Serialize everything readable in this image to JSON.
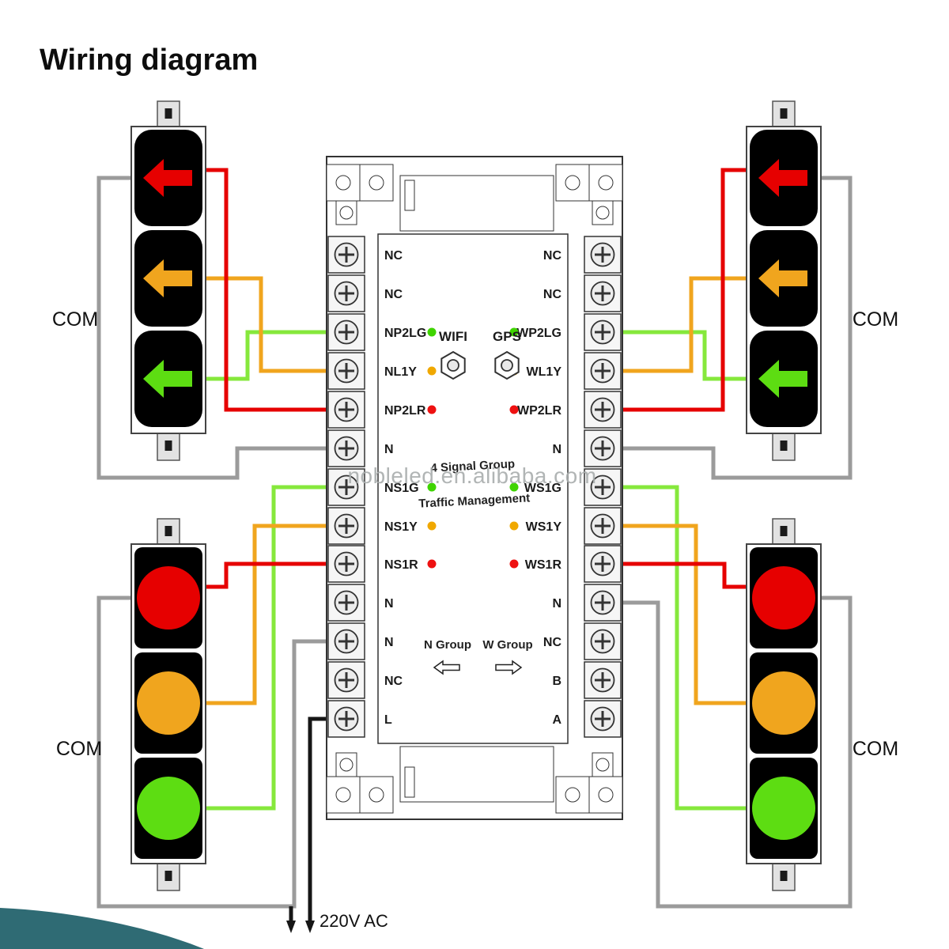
{
  "title": "Wiring diagram",
  "watermark": "nobleled.en.alibaba.com",
  "board": {
    "wifi_label": "WIFI",
    "gps_label": "GPS",
    "center_line1": "4 Signal Group",
    "center_line2": "Traffic Management",
    "n_group_label": "N Group",
    "w_group_label": "W Group"
  },
  "voltage_label": "220V AC",
  "com": {
    "top_left": "COM",
    "top_right": "COM",
    "bottom_left": "COM",
    "bottom_right": "COM"
  },
  "terminals": {
    "left": [
      {
        "label": "NC"
      },
      {
        "label": "NC"
      },
      {
        "label": "NP2LG",
        "dot": "#3fd400"
      },
      {
        "label": "NL1Y",
        "dot": "#f0a800"
      },
      {
        "label": "NP2LR",
        "dot": "#ee1111"
      },
      {
        "label": "N"
      },
      {
        "label": "NS1G",
        "dot": "#3fd400"
      },
      {
        "label": "NS1Y",
        "dot": "#f0a800"
      },
      {
        "label": "NS1R",
        "dot": "#ee1111"
      },
      {
        "label": "N"
      },
      {
        "label": "N"
      },
      {
        "label": "NC"
      },
      {
        "label": "L"
      }
    ],
    "right": [
      {
        "label": "NC"
      },
      {
        "label": "NC"
      },
      {
        "label": "WP2LG",
        "dot": "#3fd400"
      },
      {
        "label": "WL1Y",
        "dot": "#f0a800"
      },
      {
        "label": "WP2LR",
        "dot": "#ee1111"
      },
      {
        "label": "N"
      },
      {
        "label": "WS1G",
        "dot": "#3fd400"
      },
      {
        "label": "WS1Y",
        "dot": "#f0a800"
      },
      {
        "label": "WS1R",
        "dot": "#ee1111"
      },
      {
        "label": "N"
      },
      {
        "label": "NC"
      },
      {
        "label": "B"
      },
      {
        "label": "A"
      }
    ]
  },
  "colors": {
    "red": "#e60000",
    "amber": "#f0a51e",
    "green": "#5ddd12",
    "green_wire": "#86e83c",
    "gray_wire": "#9b9b9b",
    "black_wire": "#161616",
    "teal_corner": "#2f6b74"
  }
}
